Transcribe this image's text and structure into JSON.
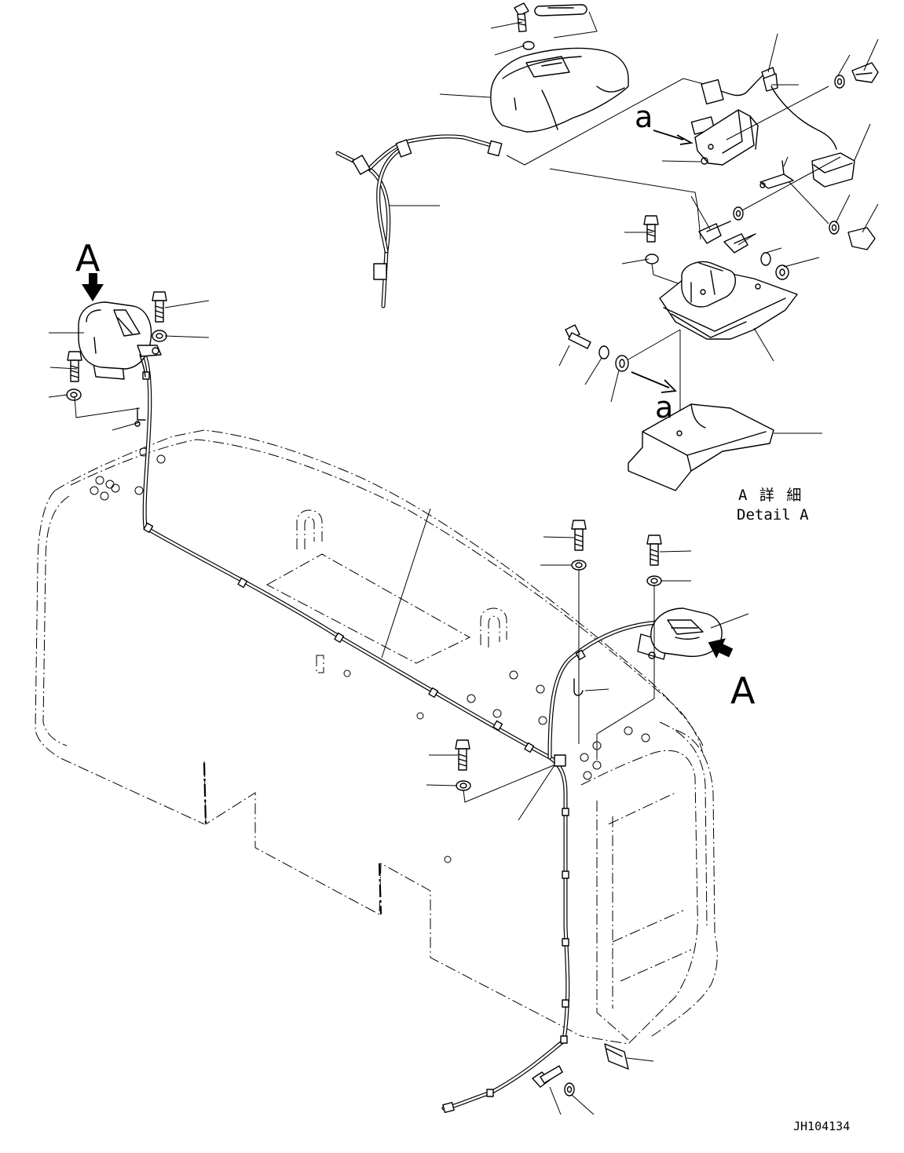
{
  "drawing_id": "JH104134",
  "detail_caption_jp": "A 詳 細",
  "detail_caption_en": "Detail A",
  "view_marker": "A",
  "section_marker": "a"
}
